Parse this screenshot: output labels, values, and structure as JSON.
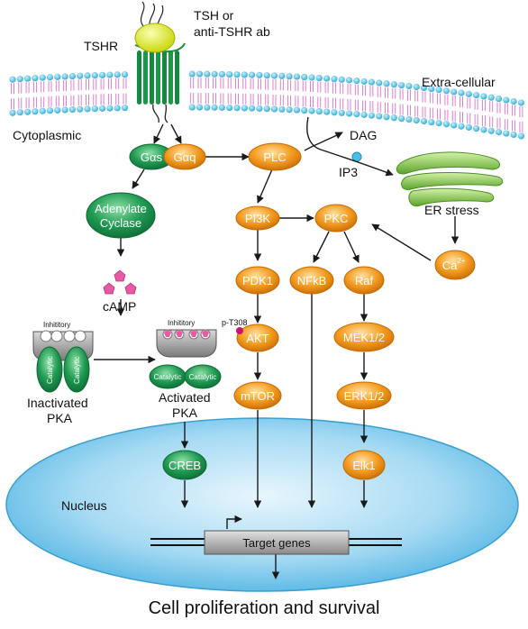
{
  "labels": {
    "tshr": "TSHR",
    "ligand": [
      "TSH or",
      "anti-TSHR ab"
    ],
    "extracellular": "Extra-cellular",
    "cytoplasmic": "Cytoplasmic",
    "dag": "DAG",
    "ip3": "IP3",
    "er_stress": "ER stress",
    "camp": "cAMP",
    "inhibitory": "Inhititory",
    "catalytic": "Catalytic",
    "inactivated_pka": [
      "Inactivated",
      "PKA"
    ],
    "activated_pka": [
      "Activated",
      "PKA"
    ],
    "p_t308": "p-T308",
    "nucleus": "Nucleus",
    "target_genes": "Target genes",
    "outcome": "Cell proliferation and survival"
  },
  "nodes": {
    "gas": "Gαs",
    "gaq": "Gαq",
    "plc": "PLC",
    "adenylate_cyclase": [
      "Adenylate",
      "Cyclase"
    ],
    "pi3k": "PI3K",
    "pkc": "PKC",
    "ca": "Ca",
    "ca_sup": "2+",
    "pdk1": "PDK1",
    "nfkb": "NFkB",
    "raf": "Raf",
    "akt": "AKT",
    "mek": "MEK1/2",
    "mtor": "mTOR",
    "erk": "ERK1/2",
    "creb": "CREB",
    "elk1": "Elk1"
  },
  "colors": {
    "green": "#1f9a52",
    "orange": "#f39a1e",
    "nucleus": "#4fb3e3",
    "membrane_head": "#46c0e8",
    "membrane_tail": "#e070c8",
    "camp": "#e85aa6",
    "er": "#7cc242"
  }
}
